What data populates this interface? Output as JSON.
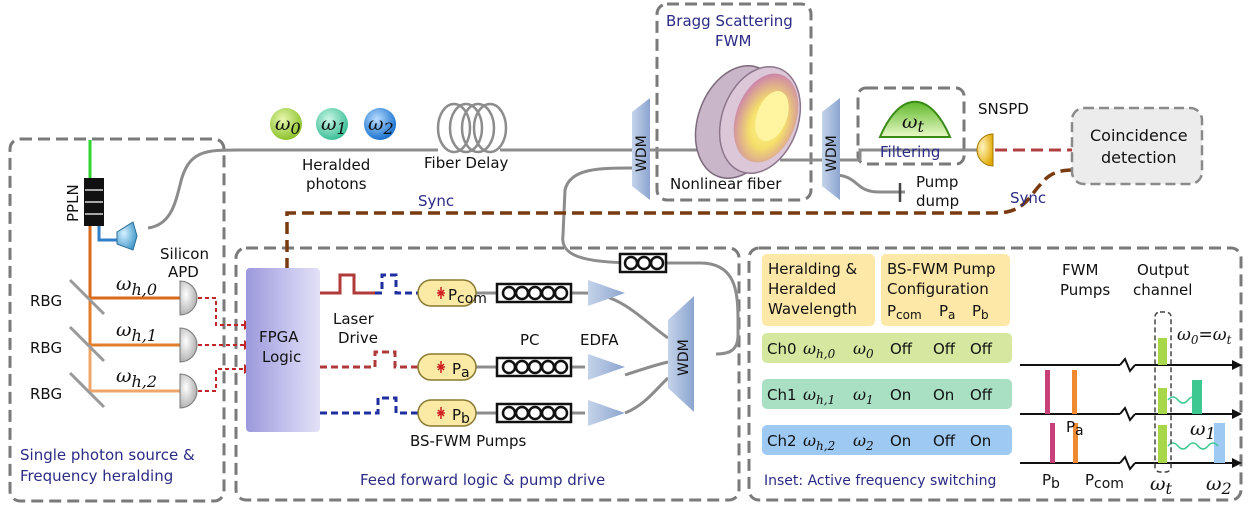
{
  "source": {
    "pump_label": "PPLN",
    "apd_label_1": "Silicon",
    "apd_label_2": "APD",
    "rbg": [
      "RBG",
      "RBG",
      "RBG"
    ],
    "herald_omegas": [
      {
        "base": "ω",
        "sub": "h,0"
      },
      {
        "base": "ω",
        "sub": "h,1"
      },
      {
        "base": "ω",
        "sub": "h,2"
      }
    ],
    "box_title_1": "Single photon source &",
    "box_title_2": "Frequency heralding"
  },
  "heralded": {
    "omegas": [
      {
        "base": "ω",
        "sub": "0"
      },
      {
        "base": "ω",
        "sub": "1"
      },
      {
        "base": "ω",
        "sub": "2"
      }
    ],
    "label_1": "Heralded",
    "label_2": "photons",
    "fiber_delay": "Fiber Delay",
    "sync_left": "Sync"
  },
  "bragg": {
    "title_1": "Bragg Scattering",
    "title_2": "FWM",
    "fiber": "Nonlinear fiber",
    "wdm": "WDM",
    "pump_dump_1": "Pump",
    "pump_dump_2": "dump"
  },
  "detection": {
    "filter_omega": {
      "base": "ω",
      "sub": "t"
    },
    "filtering": "Filtering",
    "snspd": "SNSPD",
    "coincidence_1": "Coincidence",
    "coincidence_2": "detection",
    "sync_right": "Sync"
  },
  "feedforward": {
    "fpga_1": "FPGA",
    "fpga_2": "Logic",
    "laser_drive_1": "Laser",
    "laser_drive_2": "Drive",
    "pumps": [
      {
        "base": "P",
        "sub": "com"
      },
      {
        "base": "P",
        "sub": "a"
      },
      {
        "base": "P",
        "sub": "b"
      }
    ],
    "pc": "PC",
    "edfa": "EDFA",
    "wdm": "WDM",
    "bs_fwm_pumps": "BS-FWM Pumps",
    "box_title": "Feed forward logic & pump drive"
  },
  "inset": {
    "header_herald_1": "Heralding &",
    "header_herald_2": "Heralded",
    "header_herald_3": "Wavelength",
    "header_pump_1": "BS-FWM Pump",
    "header_pump_2": "Configuration",
    "header_pumps": [
      {
        "base": "P",
        "sub": "com"
      },
      {
        "base": "P",
        "sub": "a"
      },
      {
        "base": "P",
        "sub": "b"
      }
    ],
    "rows": [
      {
        "ch": "Ch0",
        "herald": {
          "base": "ω",
          "sub": "h,0"
        },
        "omega": {
          "base": "ω",
          "sub": "0"
        },
        "states": [
          "Off",
          "Off",
          "Off"
        ],
        "color": "#d6e8a0"
      },
      {
        "ch": "Ch1",
        "herald": {
          "base": "ω",
          "sub": "h,1"
        },
        "omega": {
          "base": "ω",
          "sub": "1"
        },
        "states": [
          "On",
          "On",
          "Off"
        ],
        "color": "#a9e0c4"
      },
      {
        "ch": "Ch2",
        "herald": {
          "base": "ω",
          "sub": "h,2"
        },
        "omega": {
          "base": "ω",
          "sub": "2"
        },
        "states": [
          "On",
          "Off",
          "On"
        ],
        "color": "#9ec9f2"
      }
    ],
    "fwm_1": "FWM",
    "fwm_2": "Pumps",
    "output_1": "Output",
    "output_2": "channel",
    "eq_left": {
      "base": "ω",
      "sub": "0"
    },
    "eq_right": {
      "base": "ω",
      "sub": "t"
    },
    "spec_labels": {
      "pa": {
        "base": "P",
        "sub": "a"
      },
      "pb": {
        "base": "P",
        "sub": "b"
      },
      "pcom": {
        "base": "P",
        "sub": "com"
      },
      "omega_t": {
        "base": "ω",
        "sub": "t"
      },
      "omega_1": {
        "base": "ω",
        "sub": "1"
      },
      "omega_2": {
        "base": "ω",
        "sub": "2"
      }
    },
    "box_title": "Inset: Active frequency switching"
  },
  "colors": {
    "fiber": "#8c8c8c",
    "sync": "#7a3a10",
    "pump_line_red": "#b03a3a",
    "pump_line_blue": "#1f2fa0",
    "fpga": "#b7b4e6",
    "pump_box": "#fbe9a6",
    "header_box": "#fde8a8",
    "coincidence_box": "#ececec",
    "omega0": "#9fd23a",
    "omega1": "#4fcfa8",
    "omega2": "#2a8be0"
  }
}
